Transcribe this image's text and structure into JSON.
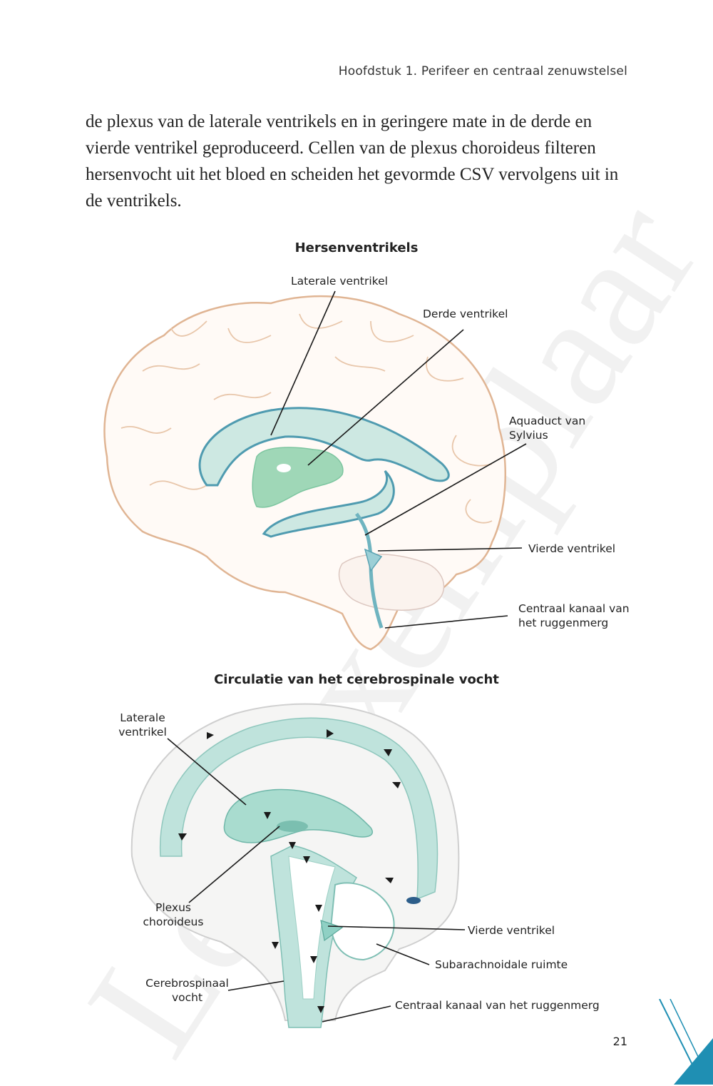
{
  "header": {
    "running_title": "Hoofdstuk 1.  Perifeer en centraal zenuwstelsel"
  },
  "body": {
    "paragraph": "de plexus van de laterale ventrikels en in geringere mate in de derde en vierde ventrikel geproduceerd. Cellen van de plexus choroideus filteren hersenvocht uit het bloed en scheiden het gevormde CSV vervolgens uit in de ventrikels."
  },
  "figure1": {
    "title": "Hersenventrikels",
    "labels": {
      "laterale_ventrikel": "Laterale ventrikel",
      "derde_ventrikel": "Derde ventrikel",
      "aquaduct_line1": "Aquaduct van",
      "aquaduct_line2": "Sylvius",
      "vierde_ventrikel": "Vierde ventrikel",
      "centraal_kanaal_line1": "Centraal kanaal van",
      "centraal_kanaal_line2": "het ruggenmerg"
    }
  },
  "figure2": {
    "title": "Circulatie van het cerebrospinale vocht",
    "labels": {
      "laterale_line1": "Laterale",
      "laterale_line2": "ventrikel",
      "plexus_line1": "Plexus",
      "plexus_line2": "choroideus",
      "csv_line1": "Cerebrospinaal",
      "csv_line2": "vocht",
      "vierde_ventrikel": "Vierde ventrikel",
      "subarachnoidale": "Subarachnoidale ruimte",
      "centraal_kanaal": "Centraal kanaal van het ruggenmerg"
    }
  },
  "watermark": "Leesexemplaar",
  "page_number": "21",
  "colors": {
    "csf": "#bfe3dc",
    "csf_dark": "#5aa89a",
    "brain_outline": "#e0b594",
    "accent_blue": "#1f8fb3"
  }
}
